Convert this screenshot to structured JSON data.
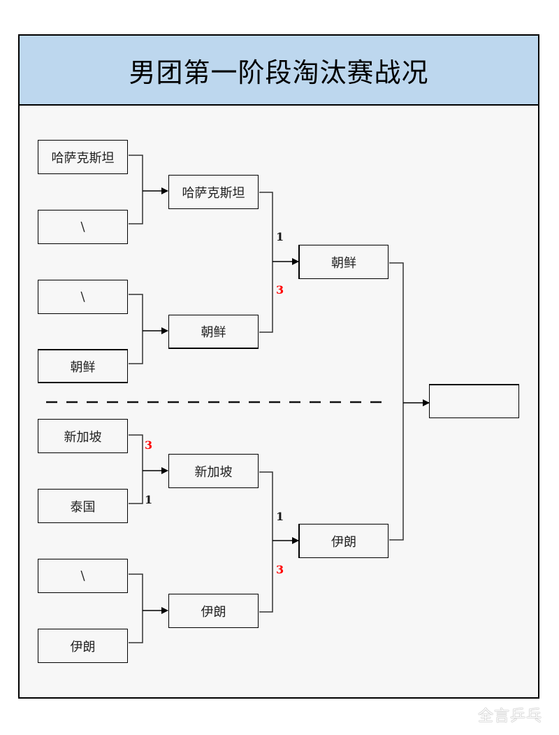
{
  "title": "男团第一阶段淘汰赛战况",
  "colors": {
    "header_bg": "#bdd7ee",
    "body_bg": "#f7f7f7",
    "winner_score": "#ff0000",
    "loser_score": "#1a1a1a"
  },
  "round1": [
    {
      "team": "哈萨克斯坦"
    },
    {
      "team": "\\"
    },
    {
      "team": "\\"
    },
    {
      "team": "朝鲜"
    },
    {
      "team": "新加坡"
    },
    {
      "team": "泰国"
    },
    {
      "team": "\\"
    },
    {
      "team": "伊朗"
    }
  ],
  "round2": [
    {
      "team": "哈萨克斯坦"
    },
    {
      "team": "朝鲜"
    },
    {
      "team": "新加坡"
    },
    {
      "team": "伊朗"
    }
  ],
  "round3": [
    {
      "team": "朝鲜"
    },
    {
      "team": "伊朗"
    }
  ],
  "final": {
    "team": ""
  },
  "scores": {
    "r1_match3_top": "3",
    "r1_match3_bottom": "1",
    "r2_match1_top": "1",
    "r2_match1_bottom": "3",
    "r2_match2_top": "1",
    "r2_match2_bottom": "3"
  },
  "watermark": "全言乒乓"
}
